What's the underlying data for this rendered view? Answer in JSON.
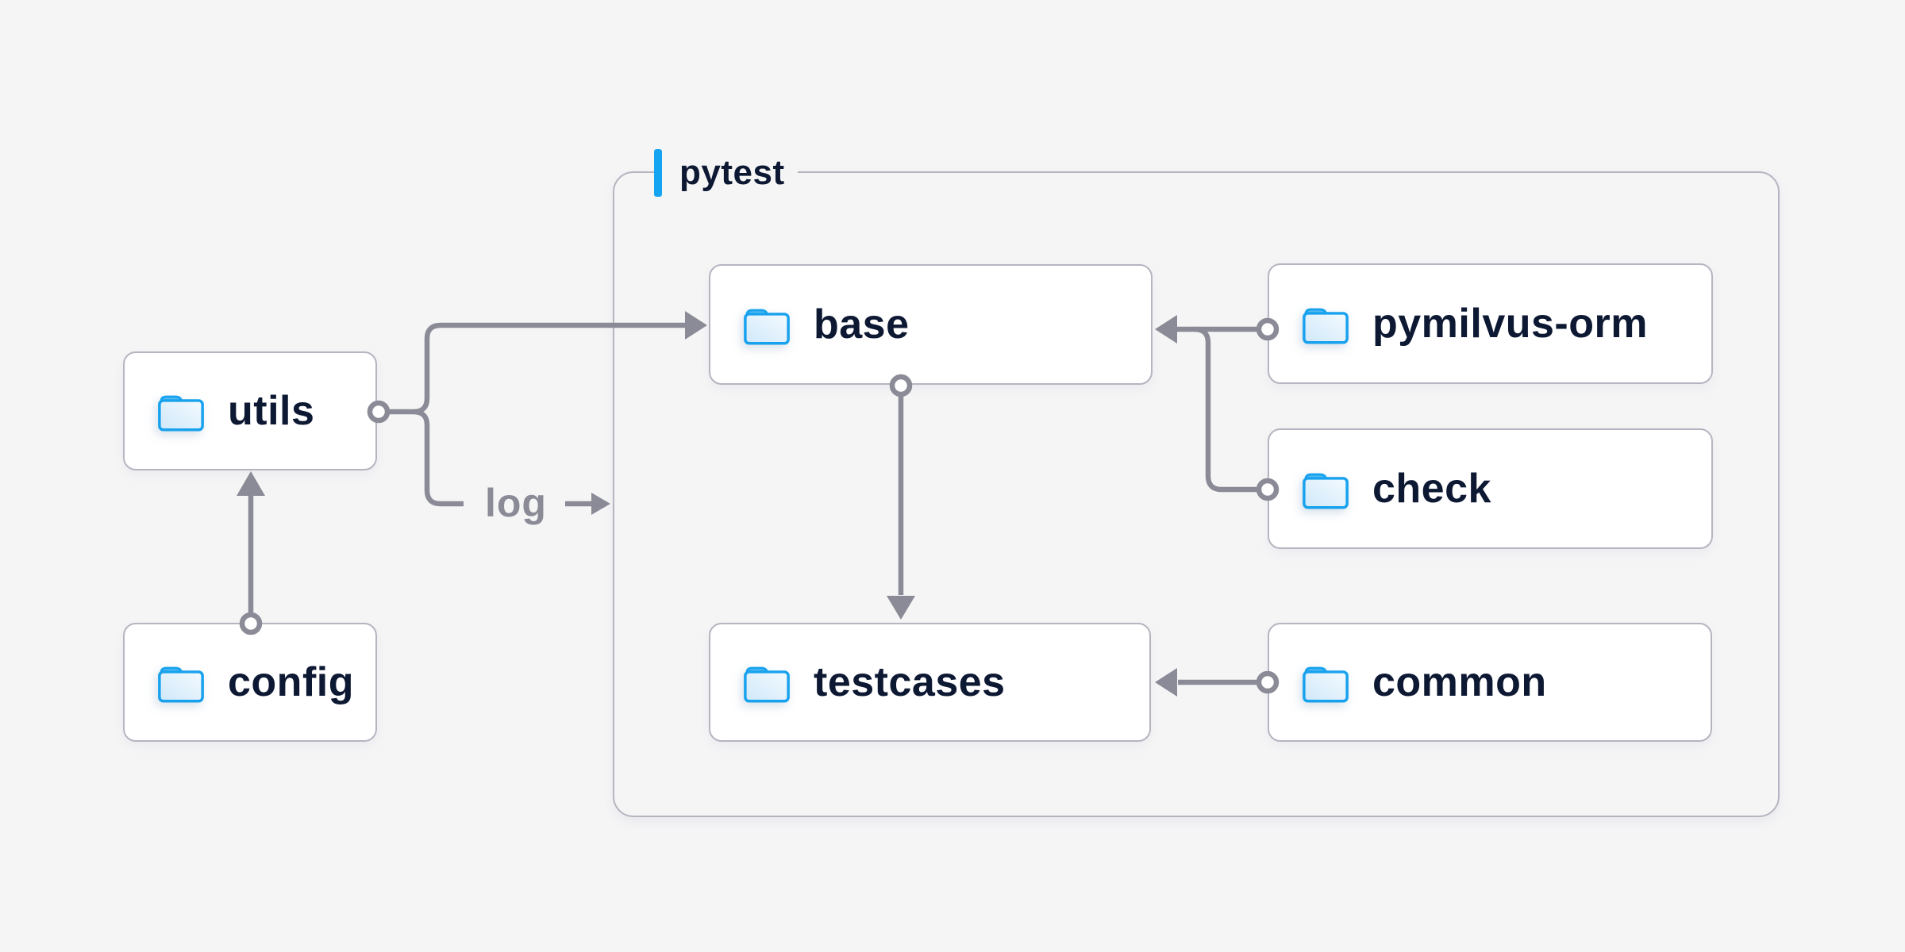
{
  "group": {
    "label": "pytest"
  },
  "nodes": {
    "utils": {
      "label": "utils",
      "icon": "folder-icon"
    },
    "config": {
      "label": "config",
      "icon": "folder-icon"
    },
    "base": {
      "label": "base",
      "icon": "folder-icon"
    },
    "testcases": {
      "label": "testcases",
      "icon": "folder-icon"
    },
    "pymilvus_orm": {
      "label": "pymilvus-orm",
      "icon": "folder-icon"
    },
    "check": {
      "label": "check",
      "icon": "folder-icon"
    },
    "common": {
      "label": "common",
      "icon": "folder-icon"
    }
  },
  "edges": {
    "config_to_utils": {
      "from": "config",
      "to": "utils"
    },
    "utils_to_base": {
      "from": "utils",
      "to": "base"
    },
    "utils_log_output": {
      "from": "utils",
      "to": "pytest",
      "label": "log"
    },
    "pymilvus_to_base": {
      "from": "pymilvus-orm",
      "to": "base"
    },
    "check_to_base": {
      "from": "check",
      "to": "base"
    },
    "base_to_testcases": {
      "from": "base",
      "to": "testcases"
    },
    "common_to_testcases": {
      "from": "common",
      "to": "testcases"
    }
  },
  "colors": {
    "background": "#f5f5f6",
    "node_border": "#b5b5c1",
    "node_text": "#0d1833",
    "wire": "#8b8b97",
    "accent_bar": "#14a4f1",
    "folder_stroke": "#18a2ee",
    "folder_tab": "#55b9f2",
    "folder_fill_light": "#f4fafe",
    "folder_fill_dark": "#cfe8fa"
  }
}
